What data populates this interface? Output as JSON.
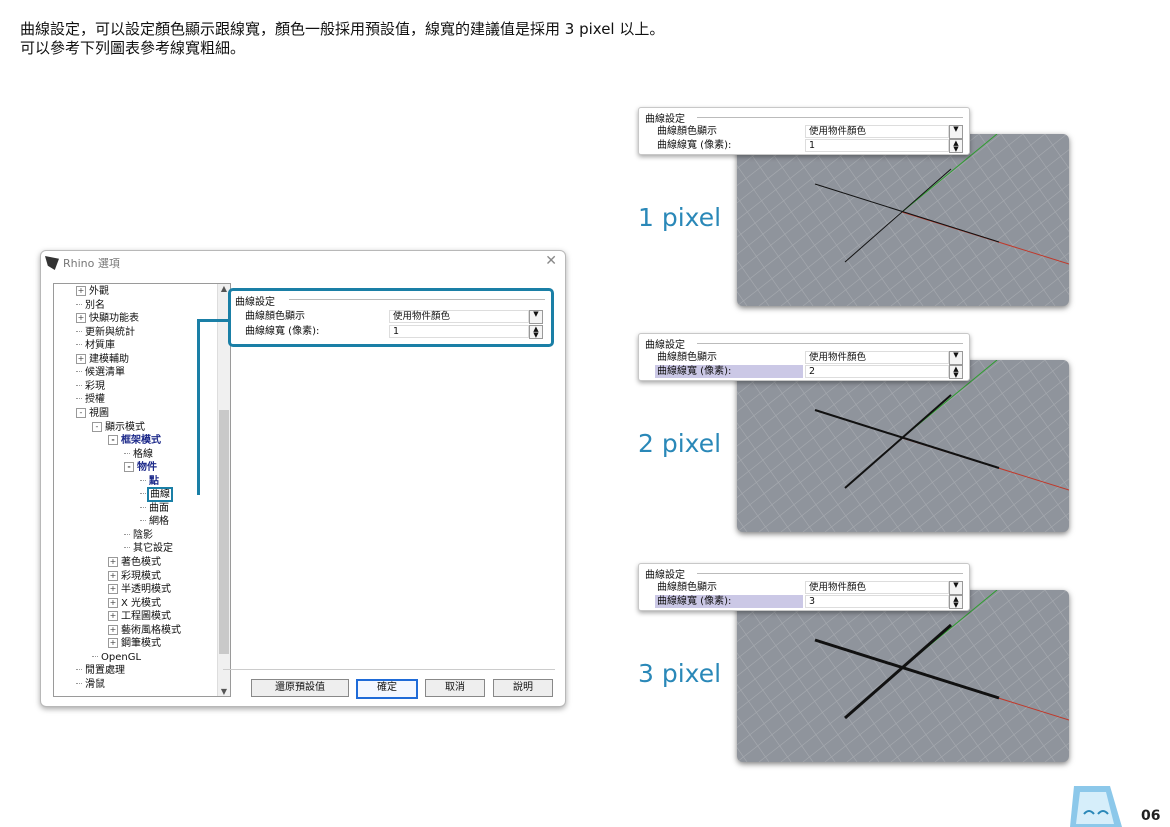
{
  "intro": {
    "line1": "曲線設定，可以設定顏色顯示跟線寬，顏色一般採用預設值，線寬的建議值是採用 3 pixel 以上。",
    "line2": "可以參考下列圖表參考線寬粗細。"
  },
  "dialog": {
    "title": "Rhino 選項",
    "close": "✕",
    "tree": [
      {
        "label": "外觀",
        "indent": 0,
        "exp": "+"
      },
      {
        "label": "別名",
        "indent": 0
      },
      {
        "label": "快顯功能表",
        "indent": 0,
        "exp": "+"
      },
      {
        "label": "更新與統計",
        "indent": 0
      },
      {
        "label": "材質庫",
        "indent": 0
      },
      {
        "label": "建模輔助",
        "indent": 0,
        "exp": "+"
      },
      {
        "label": "候選清單",
        "indent": 0
      },
      {
        "label": "彩現",
        "indent": 0
      },
      {
        "label": "授權",
        "indent": 0
      },
      {
        "label": "視圖",
        "indent": 0,
        "exp": "-"
      },
      {
        "label": "顯示模式",
        "indent": 1,
        "exp": "-"
      },
      {
        "label": "框架模式",
        "indent": 2,
        "exp": "-",
        "bold": true
      },
      {
        "label": "格線",
        "indent": 3
      },
      {
        "label": "物件",
        "indent": 3,
        "exp": "-",
        "bold": true
      },
      {
        "label": "點",
        "indent": 4,
        "bold": true
      },
      {
        "label": "曲線",
        "indent": 4,
        "selected": true
      },
      {
        "label": "曲面",
        "indent": 4
      },
      {
        "label": "網格",
        "indent": 4
      },
      {
        "label": "陰影",
        "indent": 3
      },
      {
        "label": "其它設定",
        "indent": 3
      },
      {
        "label": "著色模式",
        "indent": 2,
        "exp": "+"
      },
      {
        "label": "彩現模式",
        "indent": 2,
        "exp": "+"
      },
      {
        "label": "半透明模式",
        "indent": 2,
        "exp": "+"
      },
      {
        "label": "X 光模式",
        "indent": 2,
        "exp": "+"
      },
      {
        "label": "工程圖模式",
        "indent": 2,
        "exp": "+"
      },
      {
        "label": "藝術風格模式",
        "indent": 2,
        "exp": "+"
      },
      {
        "label": "鋼筆模式",
        "indent": 2,
        "exp": "+"
      },
      {
        "label": "OpenGL",
        "indent": 1
      },
      {
        "label": "閒置處理",
        "indent": 0
      },
      {
        "label": "滑鼠",
        "indent": 0
      }
    ],
    "group_title": "曲線設定",
    "color_label": "曲線顏色顯示",
    "color_value": "使用物件顏色",
    "width_label": "曲線線寬 (像素):",
    "width_value": "1",
    "buttons": {
      "restore": "還原預設值",
      "ok": "確定",
      "cancel": "取消",
      "help": "說明"
    }
  },
  "samples": [
    {
      "group_title": "曲線設定",
      "color_label": "曲線顏色顯示",
      "color_value": "使用物件顏色",
      "width_label": "曲線線寬 (像素):",
      "width_value": "1",
      "caption": "1 pixel",
      "stroke": 1,
      "highlight": false
    },
    {
      "group_title": "曲線設定",
      "color_label": "曲線顏色顯示",
      "color_value": "使用物件顏色",
      "width_label": "曲線線寬 (像素):",
      "width_value": "2",
      "caption": "2 pixel",
      "stroke": 2,
      "highlight": true
    },
    {
      "group_title": "曲線設定",
      "color_label": "曲線顏色顯示",
      "color_value": "使用物件顏色",
      "width_label": "曲線線寬 (像素):",
      "width_value": "3",
      "caption": "3 pixel",
      "stroke": 3,
      "highlight": true
    }
  ],
  "colors": {
    "accent": "#1a7fa6",
    "caption": "#2a88b8",
    "highlight": "#cbc8e6",
    "viewport": "#8f949c",
    "x_axis": "#c0392b",
    "y_axis": "#2e9e2e"
  },
  "page_number": "06"
}
